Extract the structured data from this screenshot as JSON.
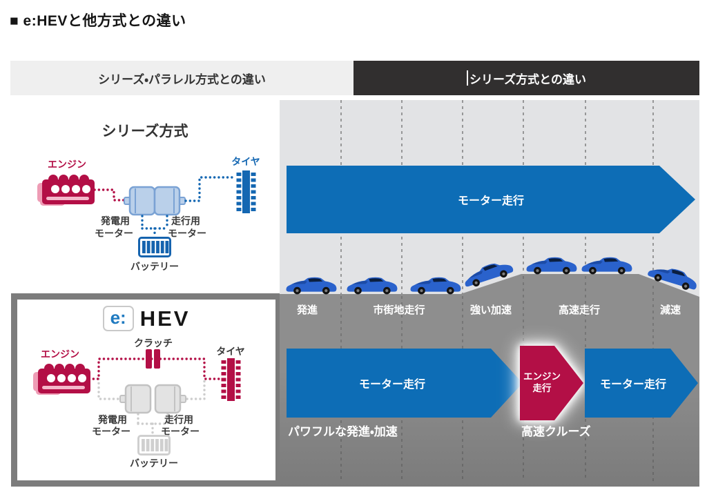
{
  "page": {
    "title": "■ e:HEVと他方式との違い"
  },
  "tabs": [
    {
      "label": "シリーズ・パラレル方式との違い",
      "active": false
    },
    {
      "label": "シリーズ方式との違い",
      "active": true
    }
  ],
  "series_diagram": {
    "title": "シリーズ方式",
    "engine": "エンジン",
    "tire": "タイヤ",
    "gen_motor_line1": "発電用",
    "gen_motor_line2": "モーター",
    "drive_motor_line1": "走行用",
    "drive_motor_line2": "モーター",
    "battery": "バッテリー"
  },
  "ehev_diagram": {
    "logo_e": "e:",
    "logo_hev": "HEV",
    "engine": "エンジン",
    "clutch": "クラッチ",
    "tire": "タイヤ",
    "gen_motor_line1": "発電用",
    "gen_motor_line2": "モーター",
    "drive_motor_line1": "走行用",
    "drive_motor_line2": "モーター",
    "battery": "バッテリー"
  },
  "timeline": {
    "phases": [
      "発進",
      "市街地走行",
      "強い加速",
      "高速走行",
      "減速"
    ],
    "top_arrow": "モーター走行",
    "bottom_arrow_motor1": "モーター走行",
    "bottom_arrow_engine_line1": "エンジン",
    "bottom_arrow_engine_line2": "走行",
    "bottom_arrow_motor2": "モーター走行",
    "caption_left": "パワフルな発進・加速",
    "caption_right": "高速クルーズ"
  },
  "colors": {
    "blue": "#0d6db6",
    "crimson": "#b30f46",
    "panel_light_gray": "#e2e3e5",
    "road_gray": "#858585",
    "tab_dark": "#312f2f",
    "tab_light": "#efefef"
  }
}
